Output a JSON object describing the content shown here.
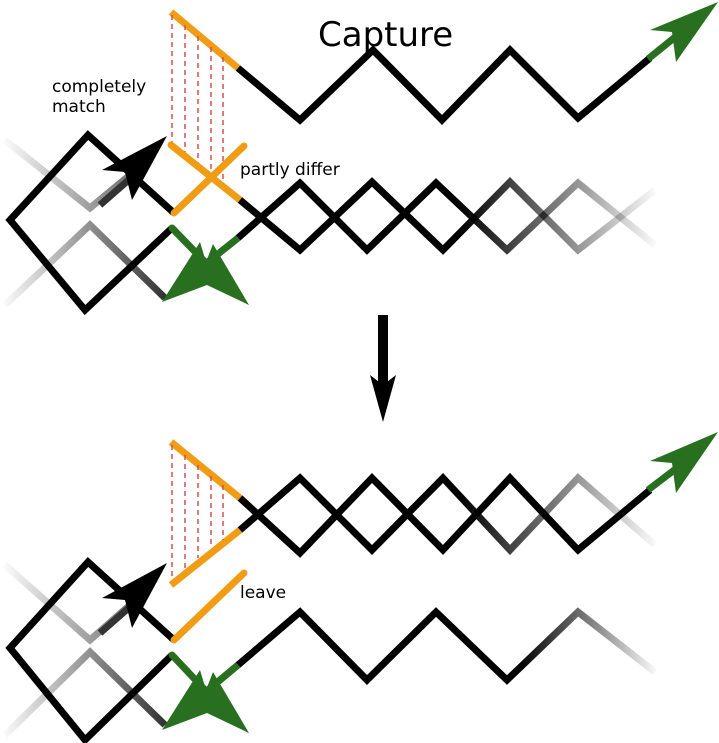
{
  "title": "Capture",
  "labels": {
    "completely_match_line1": "completely",
    "completely_match_line2": "match",
    "partly_differ": "partly differ",
    "leave": "leave"
  },
  "colors": {
    "path": "#000000",
    "highlight": "#f09c14",
    "arrow_green": "#287020",
    "dashed_guides": "#d05050"
  }
}
